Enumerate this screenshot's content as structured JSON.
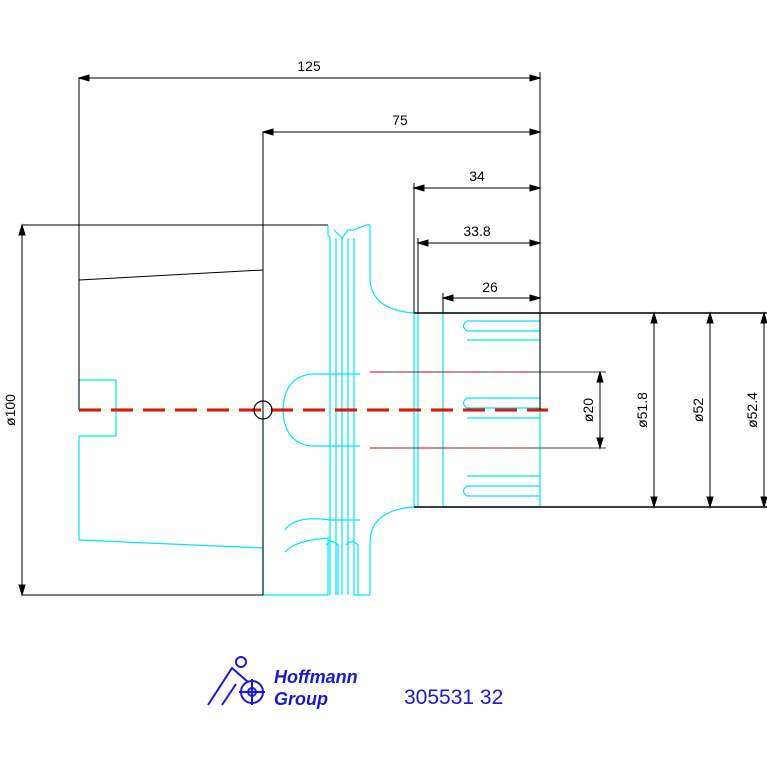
{
  "dimensions": {
    "horizontal": [
      "125",
      "75",
      "34",
      "33.8",
      "26"
    ],
    "vertical": [
      "ø100",
      "ø20",
      "ø51.8",
      "ø52",
      "ø52.4"
    ]
  },
  "logo": {
    "line1": "Hoffmann",
    "line2": "Group"
  },
  "part_number": "305531 32",
  "colors": {
    "outline": "#00e5ff",
    "dimension": "#000000",
    "centerline": "#cc0000",
    "brand": "#1a1acc"
  }
}
